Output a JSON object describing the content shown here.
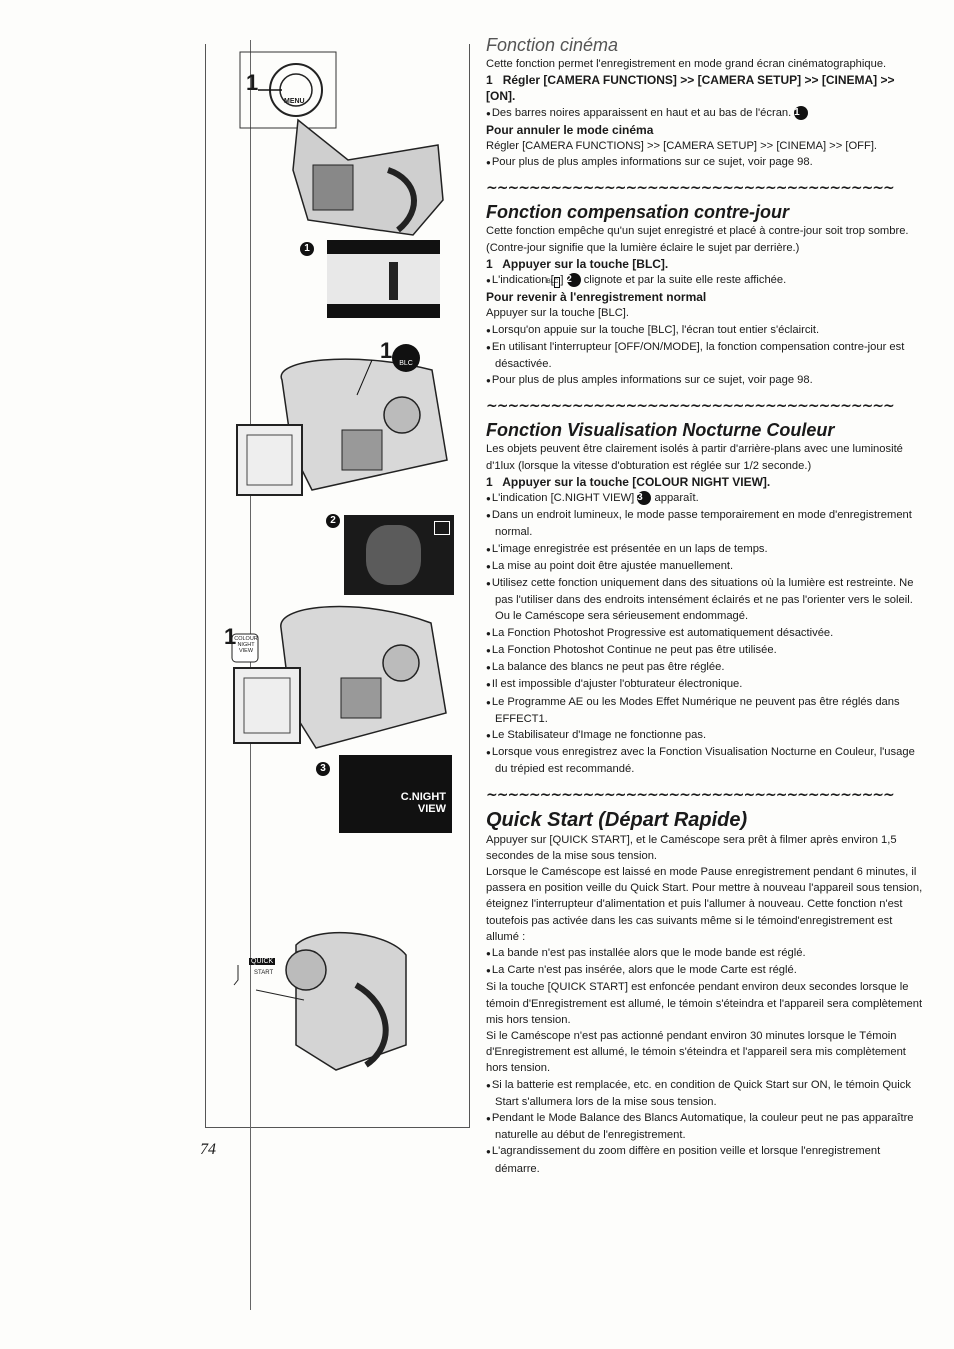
{
  "page_number": "74",
  "sections": {
    "cinema": {
      "title": "Fonction cinéma",
      "intro": "Cette fonction permet l'enregistrement en mode grand écran cinématographique.",
      "step1_num": "1",
      "step1": "Régler [CAMERA FUNCTIONS] >> [CAMERA SETUP] >> [CINEMA] >> [ON].",
      "note1": "Des barres noires apparaissent en haut et au bas de l'écran.",
      "note1_ref": "1",
      "cancel_heading": "Pour annuler le mode cinéma",
      "cancel_text": "Régler [CAMERA FUNCTIONS] >> [CAMERA SETUP] >> [CINEMA] >> [OFF].",
      "more": "Pour plus de plus amples informations sur ce sujet, voir page 98."
    },
    "backlight": {
      "title": "Fonction compensation contre-jour",
      "intro": "Cette fonction empêche qu'un sujet enregistré et placé à contre-jour soit trop sombre. (Contre-jour signifie que la lumière éclaire le sujet par derrière.)",
      "step1_num": "1",
      "step1": "Appuyer sur la touche [BLC].",
      "note1_pre": "L'indication [",
      "note1_icon": "BLC",
      "note1_ref": "2",
      "note1_post": "clignote et par la suite elle reste affichée.",
      "return_heading": "Pour revenir à l'enregistrement normal",
      "return_text": "Appuyer sur la touche [BLC].",
      "bullets": [
        "Lorsqu'on appuie sur la touche [BLC], l'écran tout entier s'éclaircit.",
        "En utilisant l'interrupteur [OFF/ON/MODE], la fonction compensation contre-jour est désactivée.",
        "Pour plus de plus amples informations sur ce sujet, voir page 98."
      ]
    },
    "night": {
      "title": "Fonction Visualisation Nocturne Couleur",
      "intro": "Les objets peuvent être clairement isolés à partir d'arrière-plans avec une luminosité d'1lux (lorsque la vitesse d'obturation est réglée sur 1/2 seconde.)",
      "step1_num": "1",
      "step1": "Appuyer sur la touche [COLOUR NIGHT VIEW].",
      "note1_pre": "L'indication [C.NIGHT VIEW]",
      "note1_ref": "3",
      "note1_post": "apparaît.",
      "bullets": [
        "Dans un endroit lumineux, le mode passe temporairement en mode d'enregistrement normal.",
        "L'image enregistrée est présentée en un laps de temps.",
        "La mise au point doit être ajustée manuellement.",
        "Utilisez cette fonction uniquement dans des situations où la lumière est restreinte. Ne pas l'utiliser dans des endroits intensément éclairés et ne pas l'orienter vers le soleil. Ou le Caméscope sera sérieusement endommagé.",
        "La Fonction Photoshot Progressive est automatiquement désactivée.",
        "La Fonction Photoshot Continue ne peut pas être utilisée.",
        "La balance des blancs ne peut pas être réglée.",
        "Il est impossible d'ajuster l'obturateur électronique.",
        "Le Programme AE ou les Modes Effet Numérique ne peuvent pas être réglés dans EFFECT1.",
        "Le Stabilisateur d'Image ne fonctionne pas.",
        "Lorsque vous enregistrez avec la Fonction Visualisation Nocturne en Couleur, l'usage du trépied est recommandé."
      ]
    },
    "quick": {
      "title": "Quick Start (Départ Rapide)",
      "para1": "Appuyer sur [QUICK START], et le Caméscope sera prêt à filmer après environ 1,5 secondes de la mise sous tension.",
      "para2": "Lorsque le Caméscope est laissé en mode Pause enregistrement pendant 6 minutes, il passera en position veille du Quick Start. Pour mettre à nouveau l'appareil sous tension, éteignez l'interrupteur d'alimentation et puis l'allumer à nouveau. Cette fonction n'est toutefois pas activée dans les cas suivants même si le témoind'enregistrement est allumé :",
      "bulletsA": [
        "La bande n'est pas installée alors que le mode bande est réglé.",
        "La Carte n'est pas insérée, alors que le mode Carte est réglé."
      ],
      "para3": "Si la touche [QUICK START] est enfoncée pendant environ deux secondes lorsque le témoin d'Enregistrement est allumé, le témoin s'éteindra et l'appareil sera complètement mis hors tension.",
      "para4": "Si le Caméscope n'est pas actionné pendant environ 30 minutes lorsque le Témoin d'Enregistrement est allumé, le témoin s'éteindra et l'appareil sera mis complètement hors tension.",
      "bulletsB": [
        "Si la batterie est remplacée, etc. en condition de Quick Start sur ON, le témoin Quick Start s'allumera lors de la mise sous tension.",
        "Pendant le Mode Balance des Blancs Automatique, la couleur peut ne pas apparaître naturelle au début de l'enregistrement.",
        "L'agrandissement du zoom diffère en position veille et lorsque l'enregistrement démarre."
      ]
    }
  },
  "illustrations": {
    "callout1": "1",
    "menu_label": "MENU",
    "ref1": "1",
    "callout_blc": "1",
    "blc_label": "BLC",
    "ref2": "2",
    "callout_night": "1",
    "night_button": "COLOUR NIGHT VIEW",
    "ref3": "3",
    "night_screen": "C.NIGHT VIEW",
    "quick_button": "QUICK",
    "quick_button2": "START"
  },
  "colors": {
    "ink": "#1a1a1a",
    "screen": "#111111",
    "paper": "#fdfdfb"
  }
}
